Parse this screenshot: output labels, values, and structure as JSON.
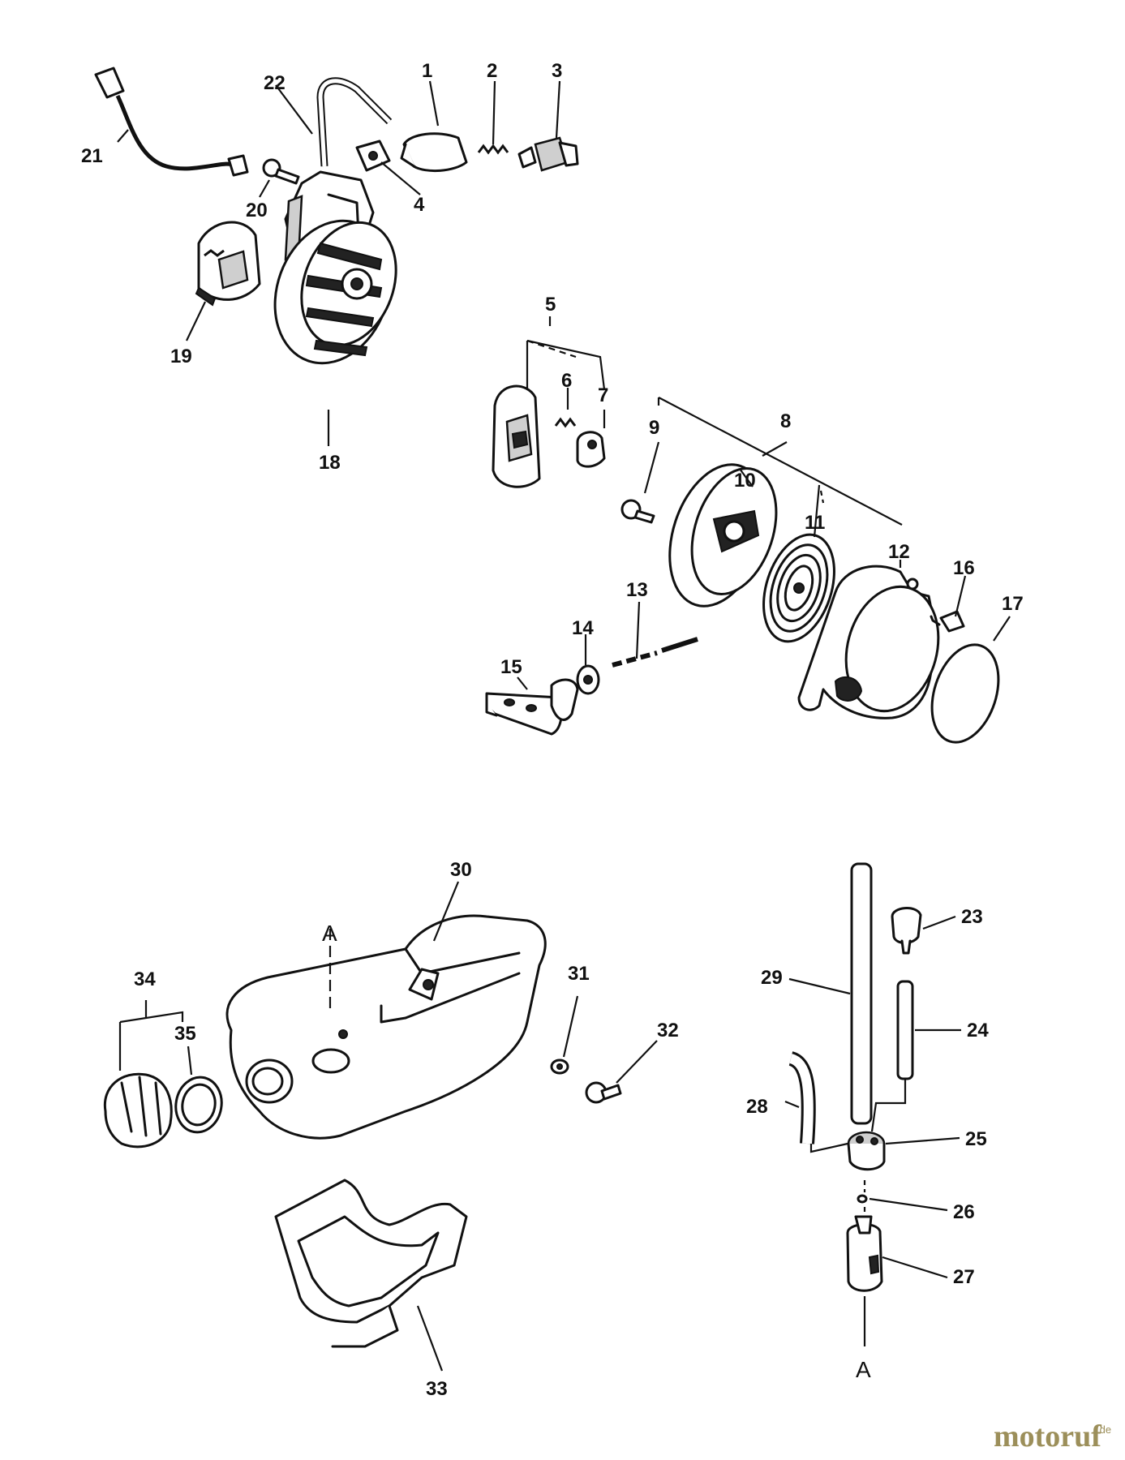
{
  "callouts": [
    "1",
    "2",
    "3",
    "4",
    "5",
    "6",
    "7",
    "8",
    "9",
    "10",
    "11",
    "12",
    "13",
    "14",
    "15",
    "16",
    "17",
    "18",
    "19",
    "20",
    "21",
    "22",
    "23",
    "24",
    "25",
    "26",
    "27",
    "28",
    "29",
    "30",
    "31",
    "32",
    "33",
    "34",
    "35"
  ],
  "refs": {
    "a_top": "A",
    "a_bottom": "A"
  },
  "watermark": {
    "brand": "motoruf",
    "suffix": ".de"
  }
}
